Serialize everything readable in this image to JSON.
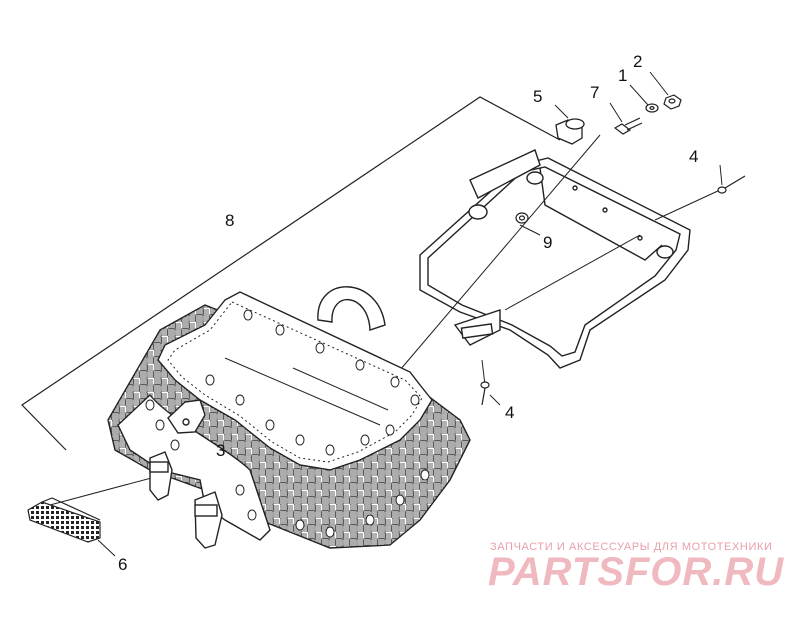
{
  "callouts": [
    {
      "id": "1",
      "label": "1"
    },
    {
      "id": "2",
      "label": "2"
    },
    {
      "id": "3",
      "label": "3"
    },
    {
      "id": "4a",
      "label": "4"
    },
    {
      "id": "4b",
      "label": "4"
    },
    {
      "id": "5",
      "label": "5"
    },
    {
      "id": "6",
      "label": "6"
    },
    {
      "id": "7",
      "label": "7"
    },
    {
      "id": "8",
      "label": "8"
    },
    {
      "id": "9",
      "label": "9"
    }
  ],
  "watermark": {
    "tagline": "ЗАПЧАСТИ И АКСЕССУАРЫ ДЛЯ МОТОТЕХНИКИ",
    "brand": "PARTSFOR.RU"
  },
  "colors": {
    "line": "#222222",
    "watermark": "#f0b8bf"
  }
}
